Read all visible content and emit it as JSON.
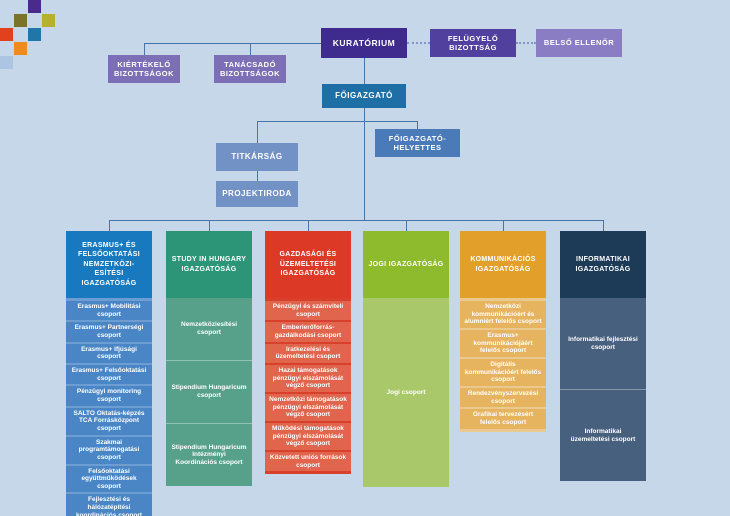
{
  "page": {
    "background": "#c7d7ea",
    "line_color": "#4a74a8"
  },
  "logo": {
    "squares": [
      {
        "color": "#4a2a8c",
        "col": 2,
        "row": 0
      },
      {
        "color": "#7b7327",
        "col": 1,
        "row": 1
      },
      {
        "color": "#b6b02c",
        "col": 3,
        "row": 1
      },
      {
        "color": "#e2411d",
        "col": 0,
        "row": 2
      },
      {
        "color": "#2077a7",
        "col": 2,
        "row": 2
      },
      {
        "color": "#ef8a1c",
        "col": 1,
        "row": 3
      },
      {
        "color": "#abc5e2",
        "col": 0,
        "row": 4
      }
    ]
  },
  "top_boxes": {
    "kuratorium": {
      "label": "KURATÓRIUM",
      "color": "#3f2b8e"
    },
    "felugyelo_bizottsag": {
      "label": "FELÜGYELŐ BIZOTTSÁG",
      "color": "#52409e"
    },
    "belso_ellenor": {
      "label": "BELSŐ ELLENŐR",
      "color": "#8a7dc4"
    },
    "kiertekelo_bizottsagok": {
      "label": "KIÉRTÉKELŐ BIZOTTSÁGOK",
      "color": "#7c6fb5"
    },
    "tanacsado_bizottsagok": {
      "label": "TANÁCSADÓ BIZOTTSÁGOK",
      "color": "#7c6fb5"
    },
    "foigazgato": {
      "label": "FŐIGAZGATÓ",
      "color": "#1d6fa5"
    },
    "foigazgato_helyettes": {
      "label": "FŐIGAZGATÓ-HELYETTES",
      "color": "#4a7ab8"
    },
    "titkarsag": {
      "label": "TITKÁRSÁG",
      "color": "#7292c5"
    },
    "projektiroda": {
      "label": "PROJEKTIRODA",
      "color": "#7292c5"
    }
  },
  "directorates": [
    {
      "id": "erasmus-felsooktatasi",
      "title": "ERASMUS+ ÉS FELSŐOKTATÁSI NEMZETKÖZI-ESÍTÉSI IGAZGATÓSÁG",
      "variant": "boxes",
      "colors": {
        "header": "#1879bf",
        "panel": "#6d9ed3",
        "item": "#4a86c6"
      },
      "items": [
        "Erasmus+ Mobilitási csoport",
        "Erasmus+ Partnerségi csoport",
        "Erasmus+ Ifjúsági csoport",
        "Erasmus+ Felsőoktatási csoport",
        "Pénzügyi monitoring csoport",
        "SALTO Oktatás-képzés TCA Forrásközpont csoport",
        "Szakmai programtámogatási csoport",
        "Felsőoktatási együttműködések csoport",
        "Fejlesztési és hálózatépítési koordinációs csoport"
      ]
    },
    {
      "id": "study-in-hungary",
      "title": "STUDY IN HUNGARY IGAZGATÓSÁG",
      "variant": "cells",
      "colors": {
        "header": "#2d9577",
        "panel": "#57a18b",
        "item": "#57a18b"
      },
      "items": [
        "Nemzetköziesítési csoport",
        "Stipendium Hungaricum csoport",
        "Stipendium Hungaricum Intézményi Koordinációs csoport"
      ]
    },
    {
      "id": "gazdasagi-uzemeltetesi",
      "title": "GAZDASÁGI ÉS ÜZEMELTETÉSI IGAZGATÓSÁG",
      "variant": "boxes",
      "colors": {
        "header": "#dc3a27",
        "panel": "#d9402c",
        "item": "#e1644c"
      },
      "items": [
        "Pénzügyi és számviteli csoport",
        "Emberierőforrás-gazdálkodási csoport",
        "Iratkezelési és üzemeltetési csoport",
        "Hazai támogatások pénzügyi elszámolását végző csoport",
        "Nemzetközi támogatások pénzügyi elszámolását végző csoport",
        "Működési támogatások pénzügyi elszámolását végző csoport",
        "Közvetett uniós források csoport"
      ]
    },
    {
      "id": "jogi",
      "title": "JOGI IGAZGATÓSÁG",
      "variant": "plain",
      "colors": {
        "header": "#8eba2d",
        "panel": "#a9c869",
        "item": "#a9c869"
      },
      "items": [
        "Jogi csoport"
      ]
    },
    {
      "id": "kommunikacios",
      "title": "KOMMUNIKÁCIÓS IGAZGATÓSÁG",
      "variant": "boxes",
      "colors": {
        "header": "#e2a02a",
        "panel": "#eac98f",
        "item": "#e6b35f"
      },
      "items": [
        "Nemzetközi kommunikációért és alumniért felelős csoport",
        "Erasmus+ kommunikációjáért felelős csoport",
        "Digitális kommunikációért felelős csoport",
        "Rendezvényszervezési csoport",
        "Grafikai tervezésért felelős csoport"
      ]
    },
    {
      "id": "informatikai",
      "title": "INFORMATIKAI IGAZGATÓSÁG",
      "variant": "cells",
      "colors": {
        "header": "#1d3a56",
        "panel": "#46607e",
        "item": "#46607e"
      },
      "items": [
        "Informatikai fejlesztési csoport",
        "Informatikai üzemeltetési csoport"
      ]
    }
  ]
}
